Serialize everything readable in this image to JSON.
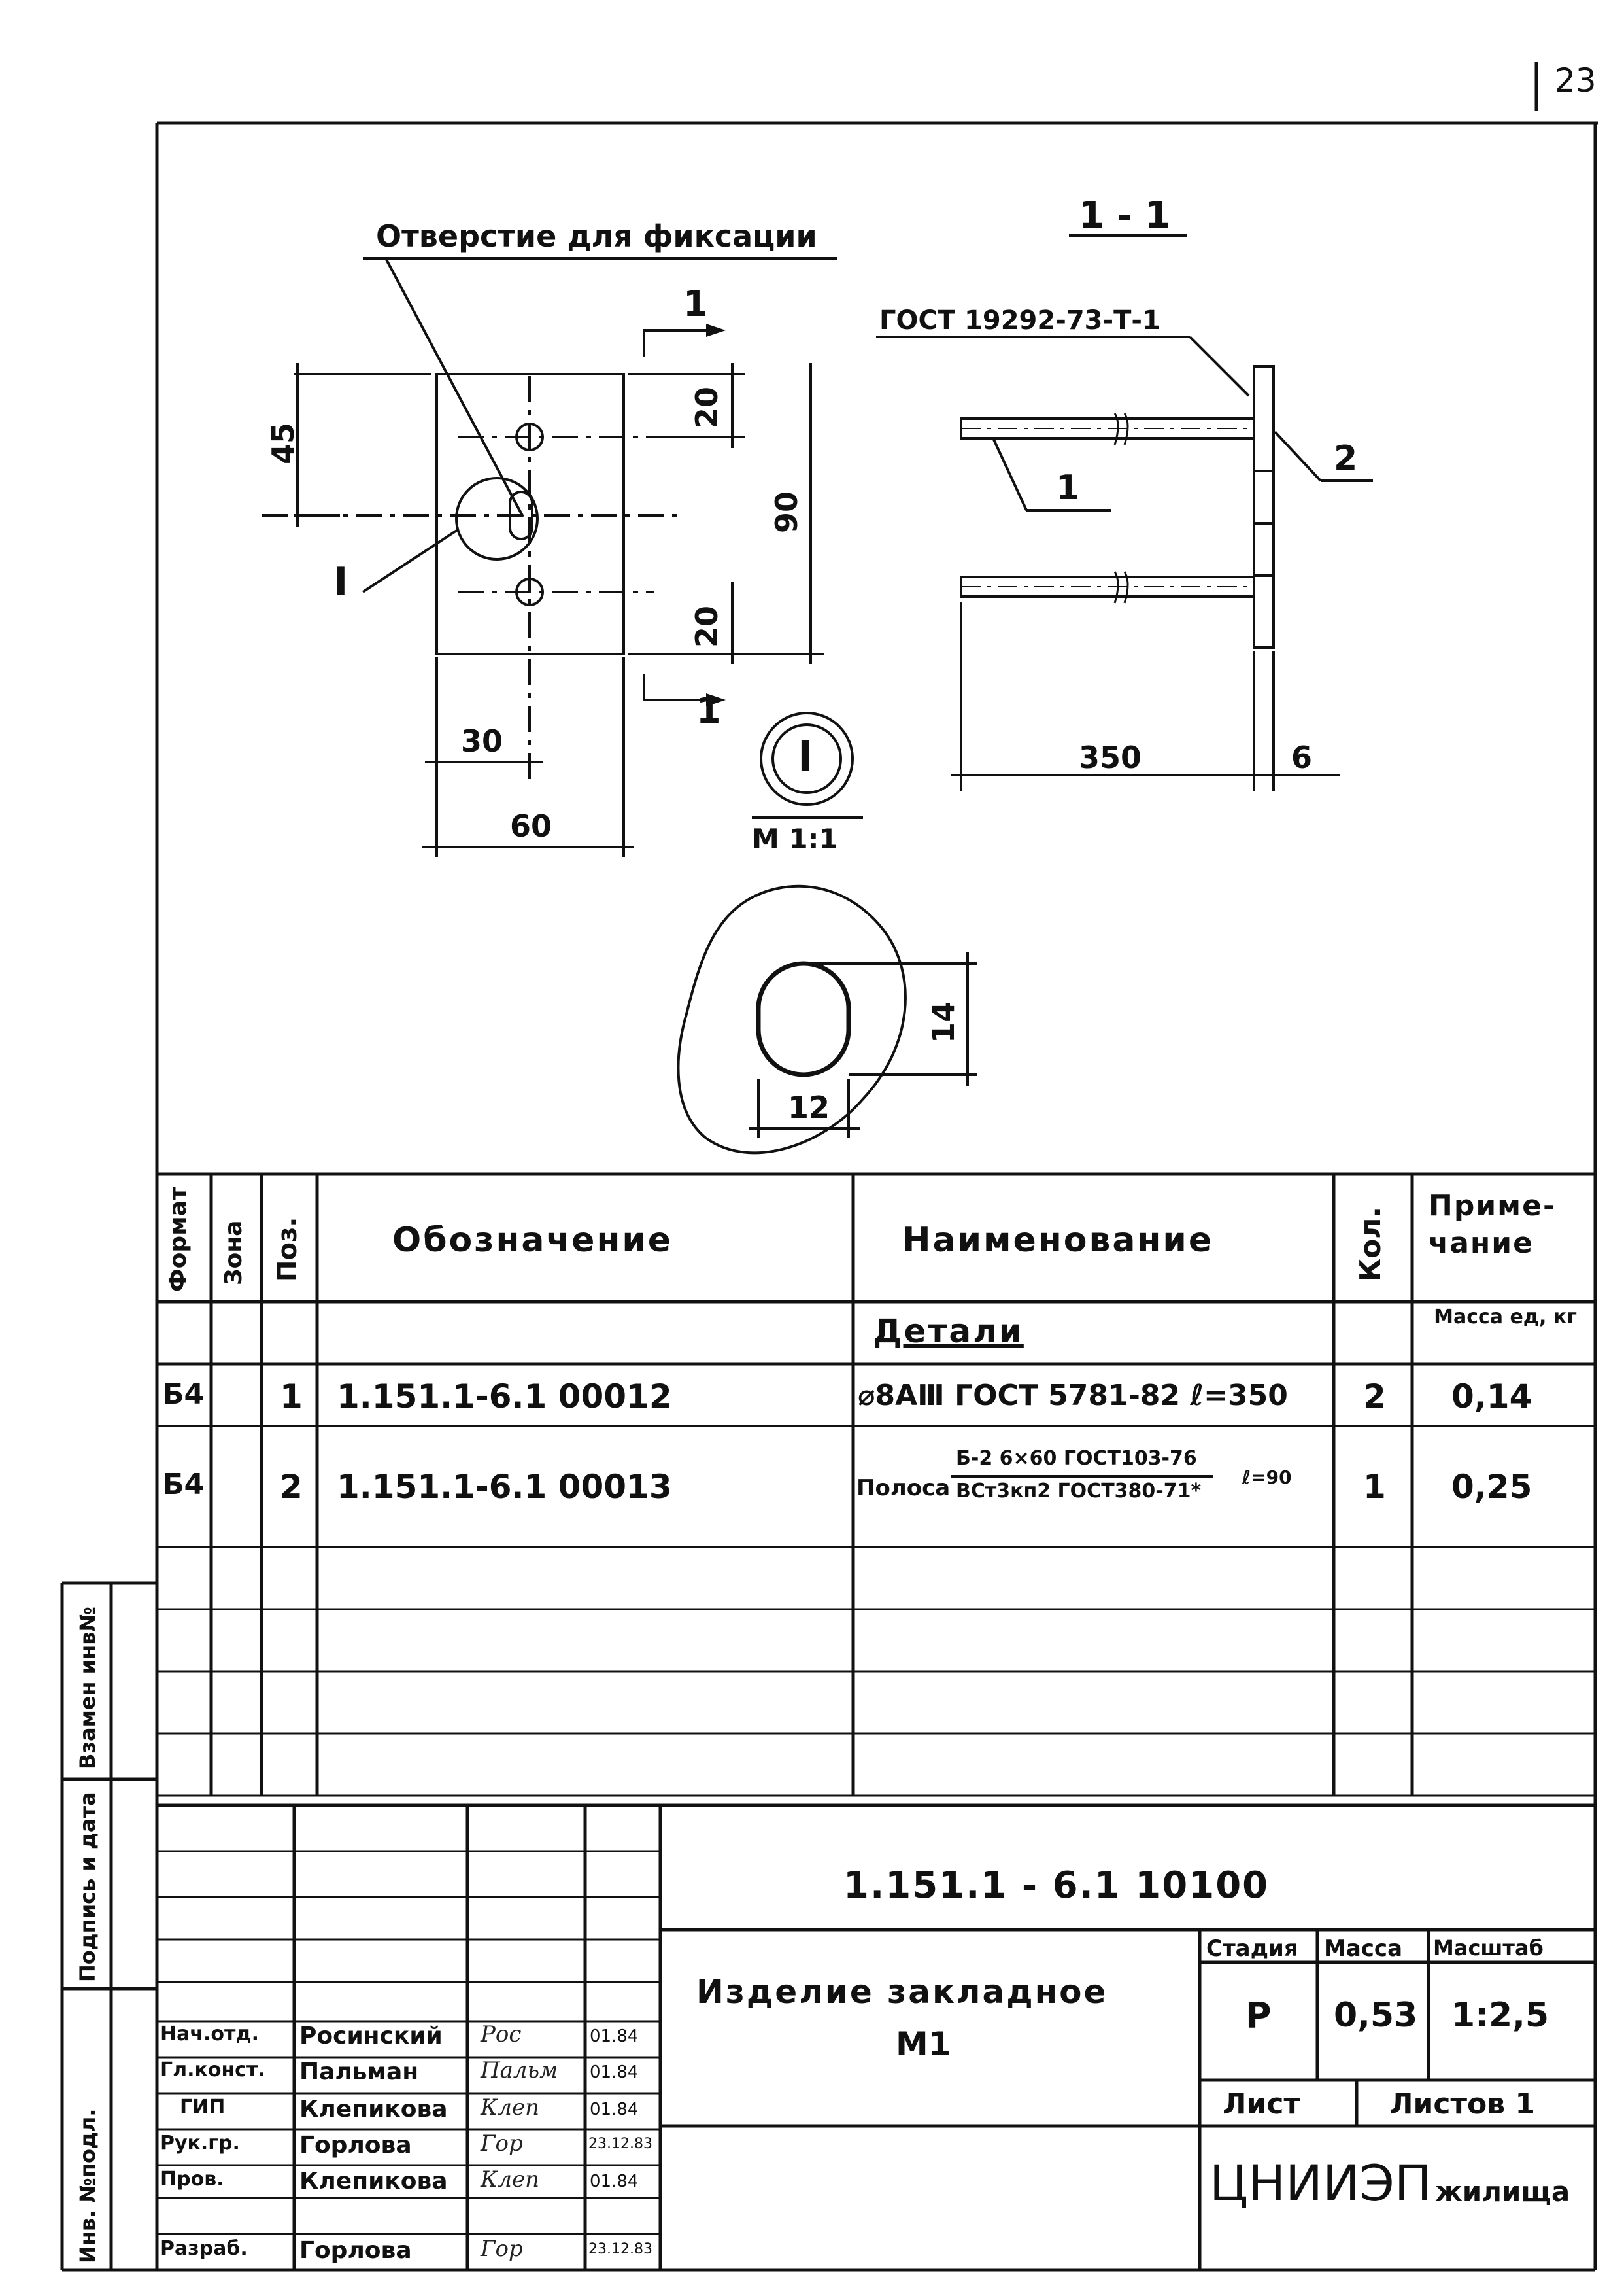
{
  "page_number": "23",
  "drawing": {
    "hole_label": "Отверстие для фиксации",
    "section_title": "1 - 1",
    "section_marks": [
      "1",
      "1"
    ],
    "gost_label": "ГОСТ 19292-73-Т-1",
    "dims": {
      "d45": "45",
      "d20_top": "20",
      "d90": "90",
      "d20_bot": "20",
      "d30": "30",
      "d60": "60",
      "d350": "350",
      "d6": "6",
      "d14": "14",
      "d12": "12"
    },
    "callout_I": "I",
    "detail_I": "I",
    "detail_scale": "М 1:1",
    "part_pos_1": "1",
    "part_pos_2": "2"
  },
  "spec": {
    "headers": {
      "format": "Формат",
      "zone": "Зона",
      "pos": "Поз.",
      "designation": "Обозначение",
      "name": "Наименование",
      "qty": "Кол.",
      "note": "Приме-\nчание"
    },
    "section_label": "Детали",
    "mass_label": "Масса ед, кг",
    "rows": [
      {
        "format": "Б4",
        "pos": "1",
        "designation": "1.151.1-6.1 00012",
        "name": "⌀8АⅢ ГОСТ 5781-82 ℓ=350",
        "qty": "2",
        "note": "0,14"
      },
      {
        "format": "Б4",
        "pos": "2",
        "designation": "1.151.1-6.1 00013",
        "name_prefix": "Полоса",
        "name_num": "Б-2 6×60 ГОСТ103-76",
        "name_den": "ВСт3кп2 ГОСТ380-71*",
        "name_suffix": "ℓ=90",
        "qty": "1",
        "note": "0,25"
      }
    ]
  },
  "sidebar": {
    "label1": "Взамен инв№",
    "label2": "Подпись и дата",
    "label3": "Инв. №подл."
  },
  "titleblock": {
    "code": "1.151.1 - 6.1  10100",
    "title_line1": "Изделие закладное",
    "title_line2": "М1",
    "stage_label": "Стадия",
    "mass_label": "Масса",
    "scale_label": "Масштаб",
    "stage": "Р",
    "mass": "0,53",
    "scale": "1:2,5",
    "sheet_label": "Лист",
    "sheets_label": "Листов 1",
    "org": "ЦНИИЭП",
    "org_suffix": "жилища",
    "people": [
      {
        "role": "Нач.отд.",
        "name": "Росинский",
        "sig": "Рос",
        "date": "01.84"
      },
      {
        "role": "Гл.конст.",
        "name": "Пальман",
        "sig": "Пальм",
        "date": "01.84"
      },
      {
        "role": "ГИП",
        "name": "Клепикова",
        "sig": "Клеп",
        "date": "01.84"
      },
      {
        "role": "Рук.гр.",
        "name": "Горлова",
        "sig": "Гор",
        "date": "23.12.83"
      },
      {
        "role": "Пров.",
        "name": "Клепикова",
        "sig": "Клеп",
        "date": "01.84"
      },
      {
        "role": "Разраб.",
        "name": "Горлова",
        "sig": "Гор",
        "date": "23.12.83"
      }
    ]
  }
}
